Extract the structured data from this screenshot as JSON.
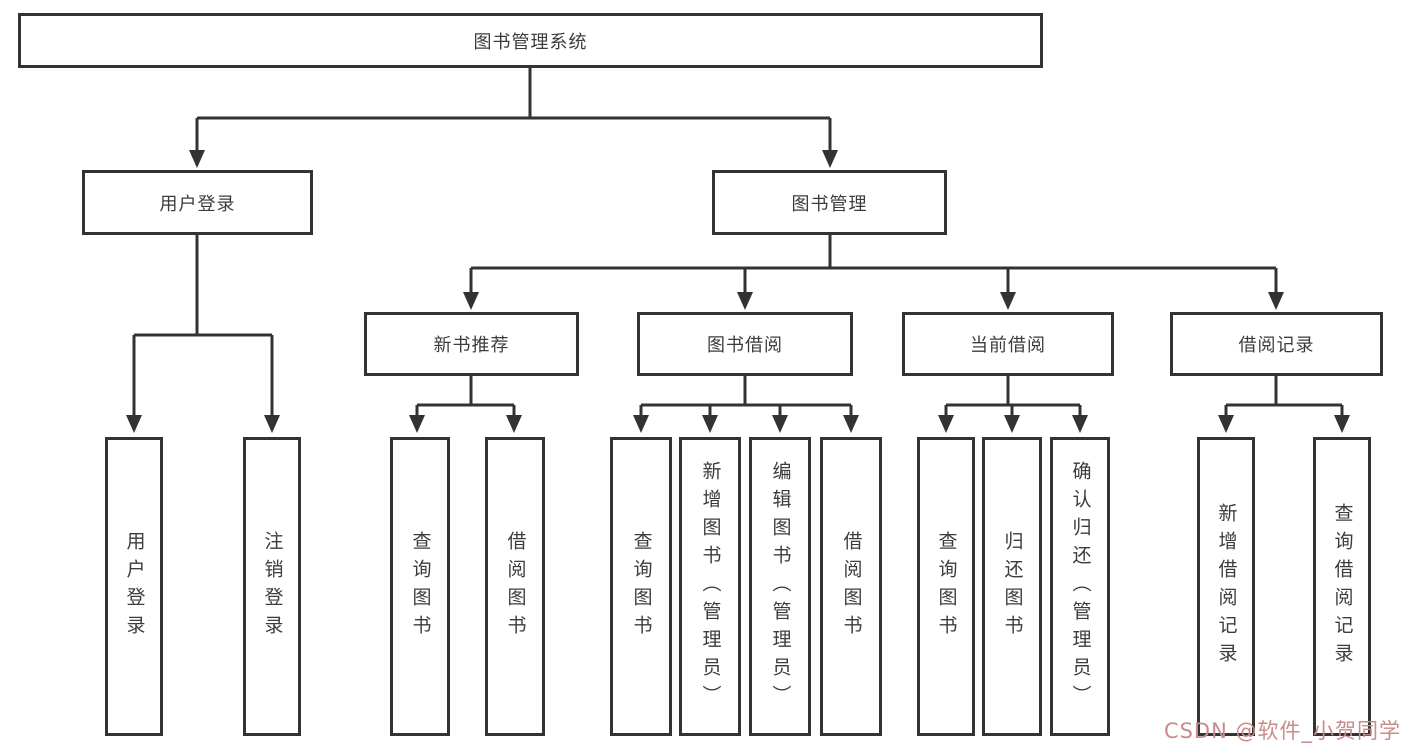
{
  "diagram": {
    "root": {
      "label": "图书管理系统"
    },
    "level2": [
      {
        "label": "用户登录"
      },
      {
        "label": "图书管理"
      }
    ],
    "level3": [
      {
        "label": "新书推荐"
      },
      {
        "label": "图书借阅"
      },
      {
        "label": "当前借阅"
      },
      {
        "label": "借阅记录"
      }
    ],
    "level4": {
      "user_login": [
        "用户登录",
        "注销登录"
      ],
      "new_book": [
        "查询图书",
        "借阅图书"
      ],
      "book_borrow": [
        "查询图书",
        "新增图书（管理员）",
        "编辑图书（管理员）",
        "借阅图书"
      ],
      "current_borrow": [
        "查询图书",
        "归还图书",
        "确认归还（管理员）"
      ],
      "borrow_records": [
        "新增借阅记录",
        "查询借阅记录"
      ]
    }
  },
  "watermark": {
    "text": "CSDN @软件_小贺同学",
    "color": "#c98b8b"
  },
  "colors": {
    "line": "#333333",
    "border": "#333333",
    "text": "#3c3c3c",
    "background": "#ffffff"
  }
}
